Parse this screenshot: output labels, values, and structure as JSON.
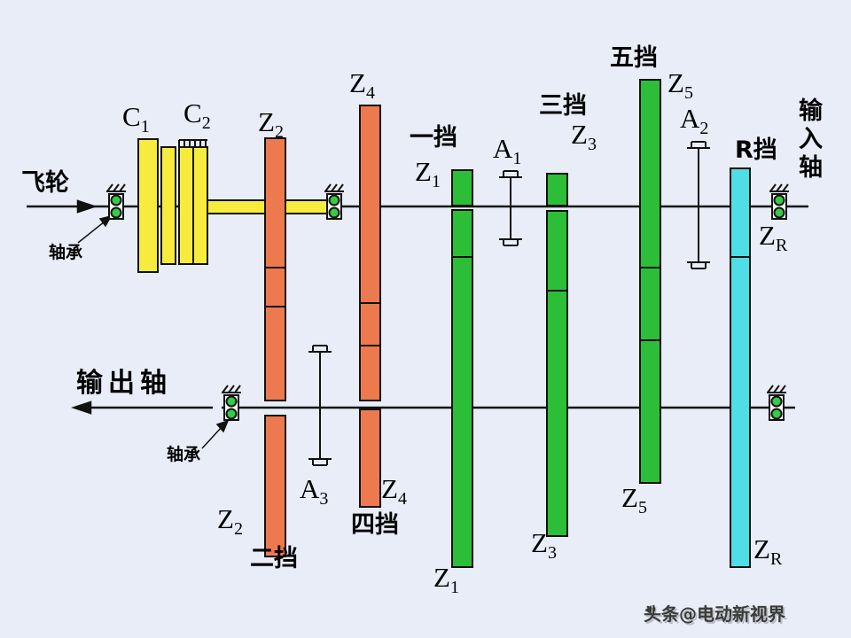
{
  "colors": {
    "yellow": "#f7ec3e",
    "orange": "#ec7a4e",
    "green": "#2dbe37",
    "cyan": "#4fdde6",
    "bearing": "#33cc44",
    "line": "#111111",
    "background": "#e9edf8"
  },
  "labels": {
    "flywheel": {
      "text": "飞轮"
    },
    "bearing_top": {
      "text": "轴承"
    },
    "bearing_bottom": {
      "text": "轴承"
    },
    "c1": {
      "text": "C",
      "sub": "1"
    },
    "c2": {
      "text": "C",
      "sub": "2"
    },
    "z2_top": {
      "text": "Z",
      "sub": "2"
    },
    "z4_top": {
      "text": "Z",
      "sub": "4"
    },
    "gear_first": {
      "text": "一挡"
    },
    "z1_top": {
      "text": "Z",
      "sub": "1"
    },
    "a1": {
      "text": "A",
      "sub": "1"
    },
    "gear_third": {
      "text": "三挡"
    },
    "z3_top": {
      "text": "Z",
      "sub": "3"
    },
    "gear_fifth": {
      "text": "五挡"
    },
    "z5_top": {
      "text": "Z",
      "sub": "5"
    },
    "a2": {
      "text": "A",
      "sub": "2"
    },
    "gear_reverse": {
      "text": "R挡"
    },
    "input_shaft": {
      "text": "输入轴"
    },
    "zr_top": {
      "text": "Z",
      "sub": "R"
    },
    "output_shaft": {
      "text": "输出轴"
    },
    "a3": {
      "text": "A",
      "sub": "3"
    },
    "z4_bottom": {
      "text": "Z",
      "sub": "4"
    },
    "gear_fourth": {
      "text": "四挡"
    },
    "z2_bottom": {
      "text": "Z",
      "sub": "2"
    },
    "gear_second": {
      "text": "二挡"
    },
    "z1_bottom": {
      "text": "Z",
      "sub": "1"
    },
    "z3_bottom": {
      "text": "Z",
      "sub": "3"
    },
    "z5_bottom": {
      "text": "Z",
      "sub": "5"
    },
    "zr_bottom": {
      "text": "Z",
      "sub": "R"
    }
  },
  "watermark": {
    "text": "头条@电动新视界"
  }
}
